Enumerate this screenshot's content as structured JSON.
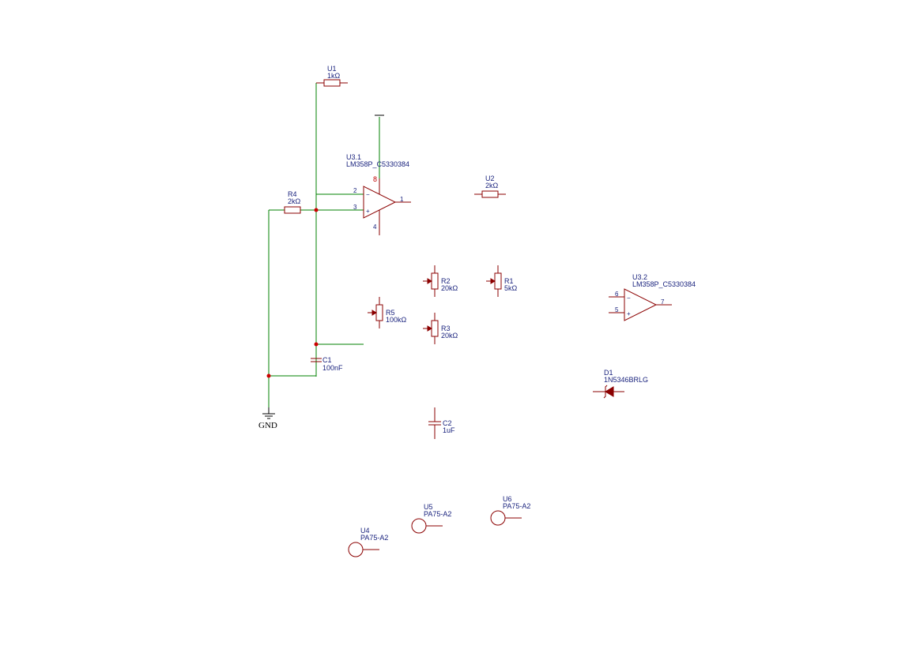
{
  "components": {
    "U1": {
      "ref": "U1",
      "value": "1kΩ"
    },
    "U2": {
      "ref": "U2",
      "value": "2kΩ"
    },
    "U3_1": {
      "ref": "U3.1",
      "value": "LM358P_C5330384",
      "pins": {
        "inv": "2",
        "noninv": "3",
        "out": "1",
        "vplus": "8",
        "vminus": "4"
      }
    },
    "U3_2": {
      "ref": "U3.2",
      "value": "LM358P_C5330384",
      "pins": {
        "inv": "6",
        "noninv": "5",
        "out": "7"
      }
    },
    "R1": {
      "ref": "R1",
      "value": "5kΩ"
    },
    "R2": {
      "ref": "R2",
      "value": "20kΩ"
    },
    "R3": {
      "ref": "R3",
      "value": "20kΩ"
    },
    "R4": {
      "ref": "R4",
      "value": "2kΩ"
    },
    "R5": {
      "ref": "R5",
      "value": "100kΩ"
    },
    "C1": {
      "ref": "C1",
      "value": "100nF"
    },
    "C2": {
      "ref": "C2",
      "value": "1uF"
    },
    "D1": {
      "ref": "D1",
      "value": "1N5346BRLG"
    },
    "U4": {
      "ref": "U4",
      "value": "PA75-A2"
    },
    "U5": {
      "ref": "U5",
      "value": "PA75-A2"
    },
    "U6": {
      "ref": "U6",
      "value": "PA75-A2"
    }
  },
  "power": {
    "gnd_label": "GND"
  },
  "opamp_symbols": {
    "minus": "−",
    "plus": "+"
  },
  "colors": {
    "wire": "#008000",
    "part": "#8b0000",
    "text": "#1a237e",
    "junction": "#cc0000"
  }
}
